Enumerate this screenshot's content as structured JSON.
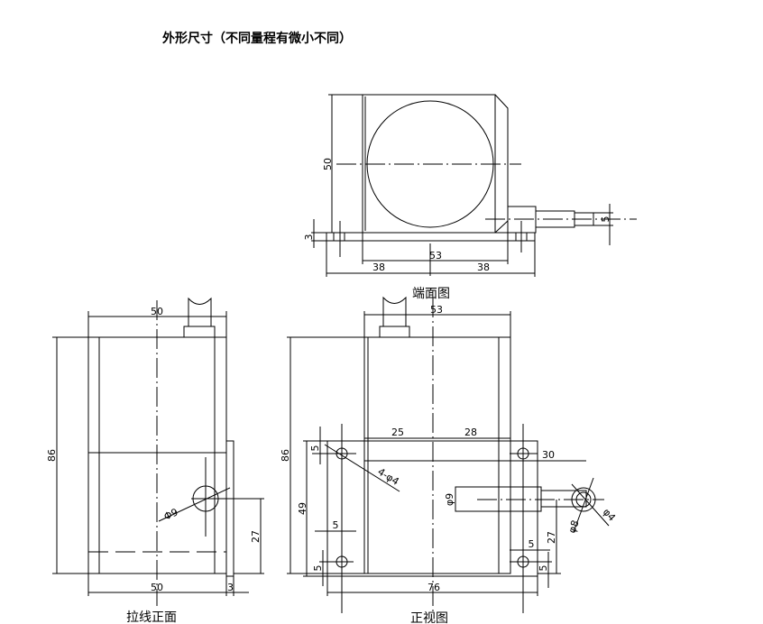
{
  "title": "外形尺寸（不同量程有微小不同）",
  "end_view": {
    "caption": "端面图",
    "dims": {
      "height": "50",
      "base": "3",
      "width": "53",
      "left_half": "38",
      "right_half": "38",
      "shaft": "5"
    }
  },
  "side_view": {
    "caption": "拉线正面",
    "dims": {
      "top_width": "50",
      "height": "86",
      "hole": "Φ9",
      "hole_height": "27",
      "bottom_width": "50",
      "plate": "3"
    }
  },
  "front_view": {
    "caption": "正视图",
    "dims": {
      "top_width": "53",
      "height": "86",
      "plate_height": "49",
      "left_offset": "25",
      "right_offset": "28",
      "holes": "4-φ4",
      "hole_top": "5",
      "hole_side_left": "5",
      "hole_bottom_left": "5",
      "hole_side_right": "5",
      "hole_bottom_right": "5",
      "connector": "φ9",
      "connector_len": "30",
      "connector_height": "27",
      "tip_outer": "φ8",
      "tip_inner": "φ4",
      "total_width": "76"
    }
  }
}
